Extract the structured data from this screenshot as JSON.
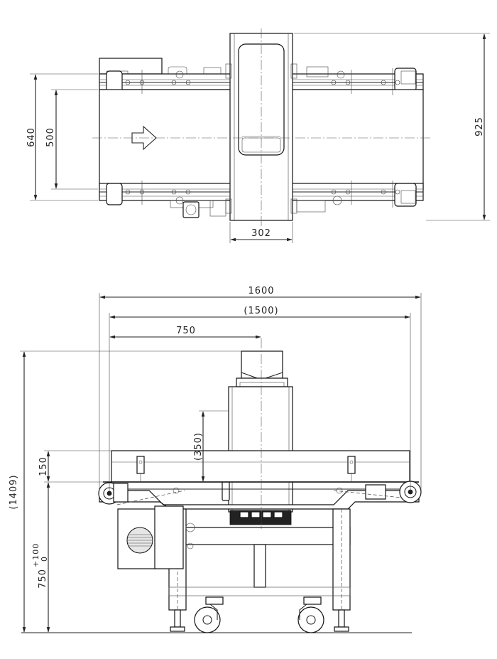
{
  "top_view": {
    "dim_width_outer": "640",
    "dim_width_belt": "500",
    "dim_total_depth": "925",
    "dim_head_width": "302"
  },
  "side_view": {
    "dim_total_length": "1600",
    "dim_belt_length": "(1500)",
    "dim_head_position": "750",
    "dim_aperture_height": "(350)",
    "dim_frame_height": "150",
    "dim_total_height": "(1409)",
    "dim_pass_line_main": "750",
    "dim_pass_line_tol_plus": "+100",
    "dim_pass_line_tol_minus": "0"
  },
  "colors": {
    "line": "#222222",
    "background": "#ffffff"
  }
}
